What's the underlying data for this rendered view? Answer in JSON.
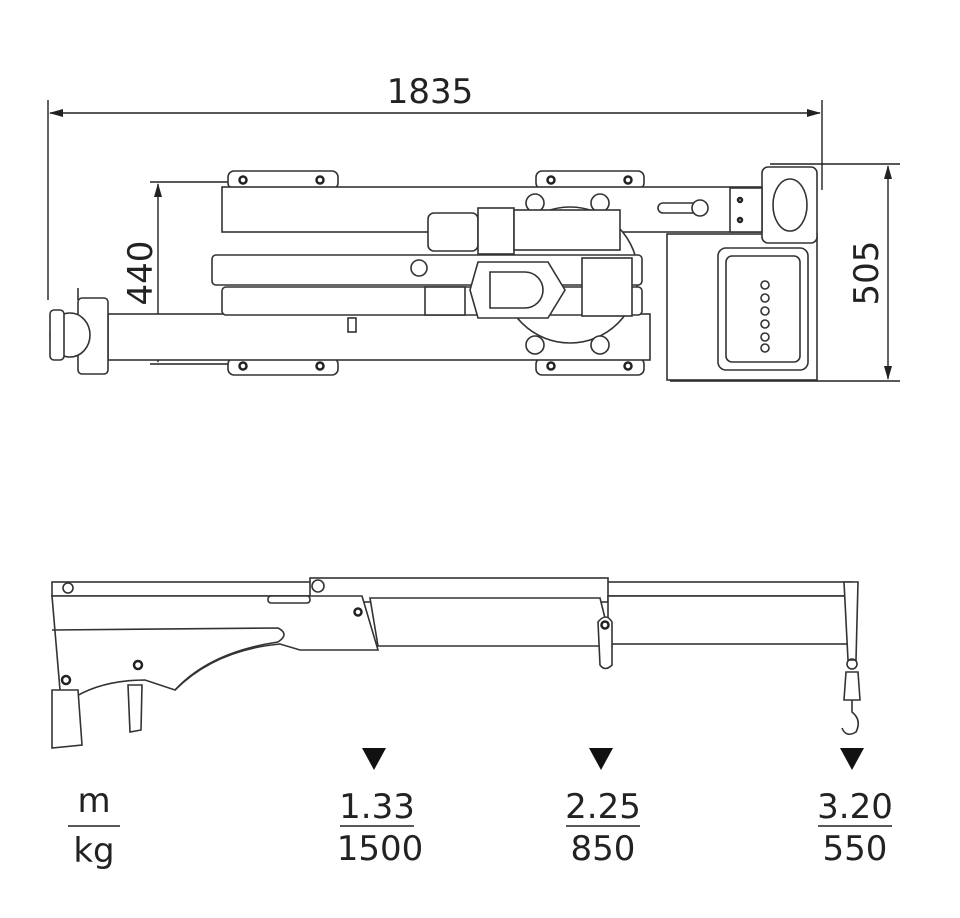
{
  "top_view": {
    "overall_length": "1835",
    "track_width": "440",
    "overall_width": "505"
  },
  "side_view": {
    "unit_reach": "m",
    "unit_load": "kg",
    "load_points": [
      {
        "reach": "1.33",
        "load": "1500"
      },
      {
        "reach": "2.25",
        "load": "850"
      },
      {
        "reach": "3.20",
        "load": "550"
      }
    ]
  },
  "colors": {
    "line": "#333333",
    "background": "#ffffff"
  }
}
